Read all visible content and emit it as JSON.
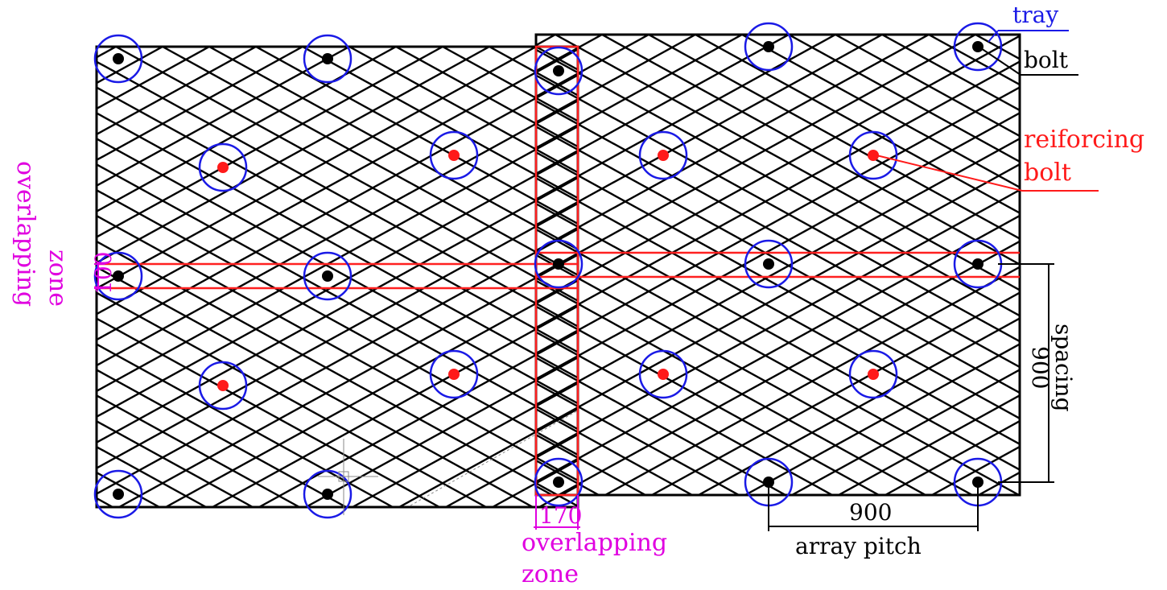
{
  "diagram": {
    "colors": {
      "mesh": "#000000",
      "bolt_ring": "#1a1ae6",
      "bolt": "#000000",
      "reinforcing_bolt": "#ff1a1a",
      "overlap": "#ff2020",
      "dimension": "#e000e0",
      "tray_label": "#1a1ae6",
      "leader": "#000000"
    },
    "labels": {
      "tray": "tray",
      "bolt": "bolt",
      "reinforcing_bolt_line1": "reiforcing",
      "reinforcing_bolt_line2": "bolt",
      "overlap_left_line1": "overlapping",
      "overlap_left_line2": "zone",
      "overlap_left_dim": "100",
      "overlap_bottom_dim": "170",
      "overlap_bottom_line1": "overlapping",
      "overlap_bottom_line2": "zone",
      "spacing_dim": "900",
      "spacing": "spacing",
      "pitch_dim": "900",
      "array_pitch": "array pitch"
    },
    "icons": {
      "bolt": "bolt-icon",
      "reinforcing_bolt": "reinforcing-bolt-icon",
      "cursor": "crosshair-cursor-icon"
    }
  }
}
